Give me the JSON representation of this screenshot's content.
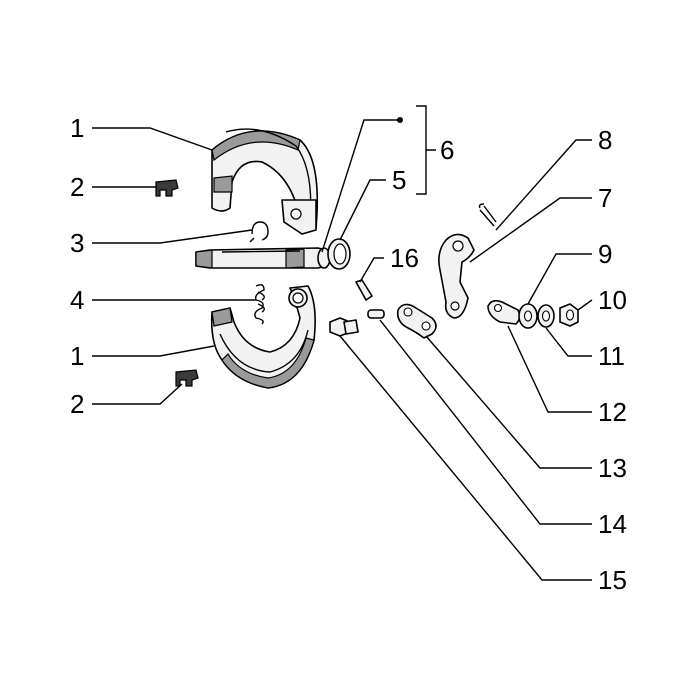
{
  "callouts": {
    "c1_upper": "1",
    "c2_upper": "2",
    "c3": "3",
    "c4": "4",
    "c1_lower": "1",
    "c2_lower": "2",
    "c5": "5",
    "c6": "6",
    "c7": "7",
    "c8": "8",
    "c9": "9",
    "c10": "10",
    "c11": "11",
    "c12": "12",
    "c13": "13",
    "c14": "14",
    "c15": "15",
    "c16": "16"
  }
}
